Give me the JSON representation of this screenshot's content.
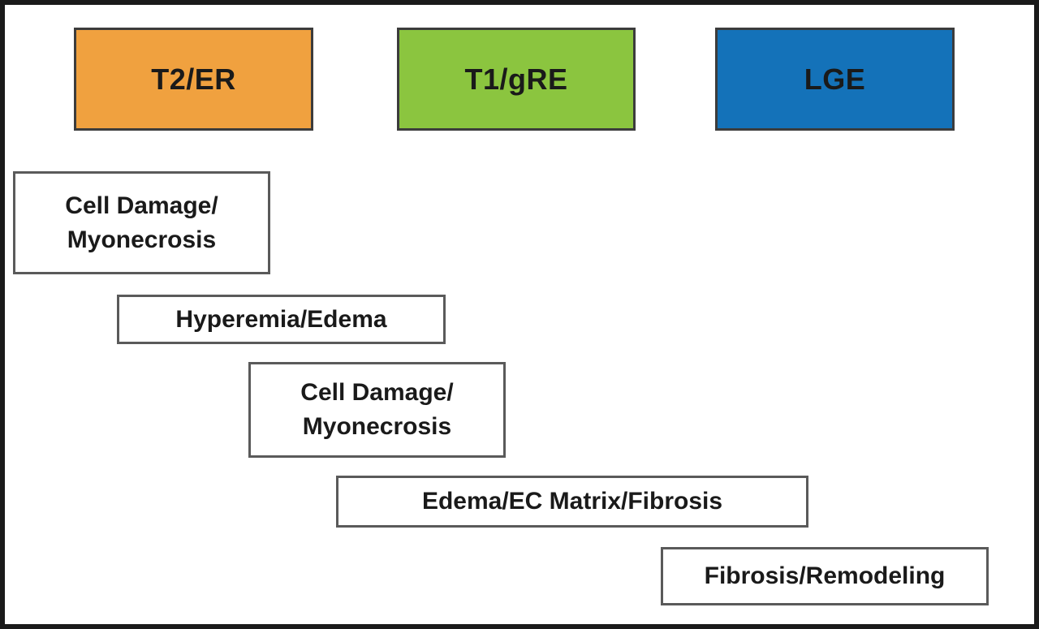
{
  "modalities": [
    {
      "id": "t2er",
      "label": "T2/ER",
      "color": "#F0A13F"
    },
    {
      "id": "t1gre",
      "label": "T1/gRE",
      "color": "#8BC53F"
    },
    {
      "id": "lge",
      "label": "LGE",
      "color": "#1472B9"
    }
  ],
  "cascade": [
    {
      "label": "Cell Damage/\nMyonecrosis"
    },
    {
      "label": "Hyperemia/Edema"
    },
    {
      "label": "Cell Damage/\nMyonecrosis"
    },
    {
      "label": "Edema/EC Matrix/Fibrosis"
    },
    {
      "label": "Fibrosis/Remodeling"
    }
  ],
  "colors": {
    "frame": "#1a1a1a",
    "box_border": "#5a5a5a",
    "text": "#1a1a1a"
  }
}
